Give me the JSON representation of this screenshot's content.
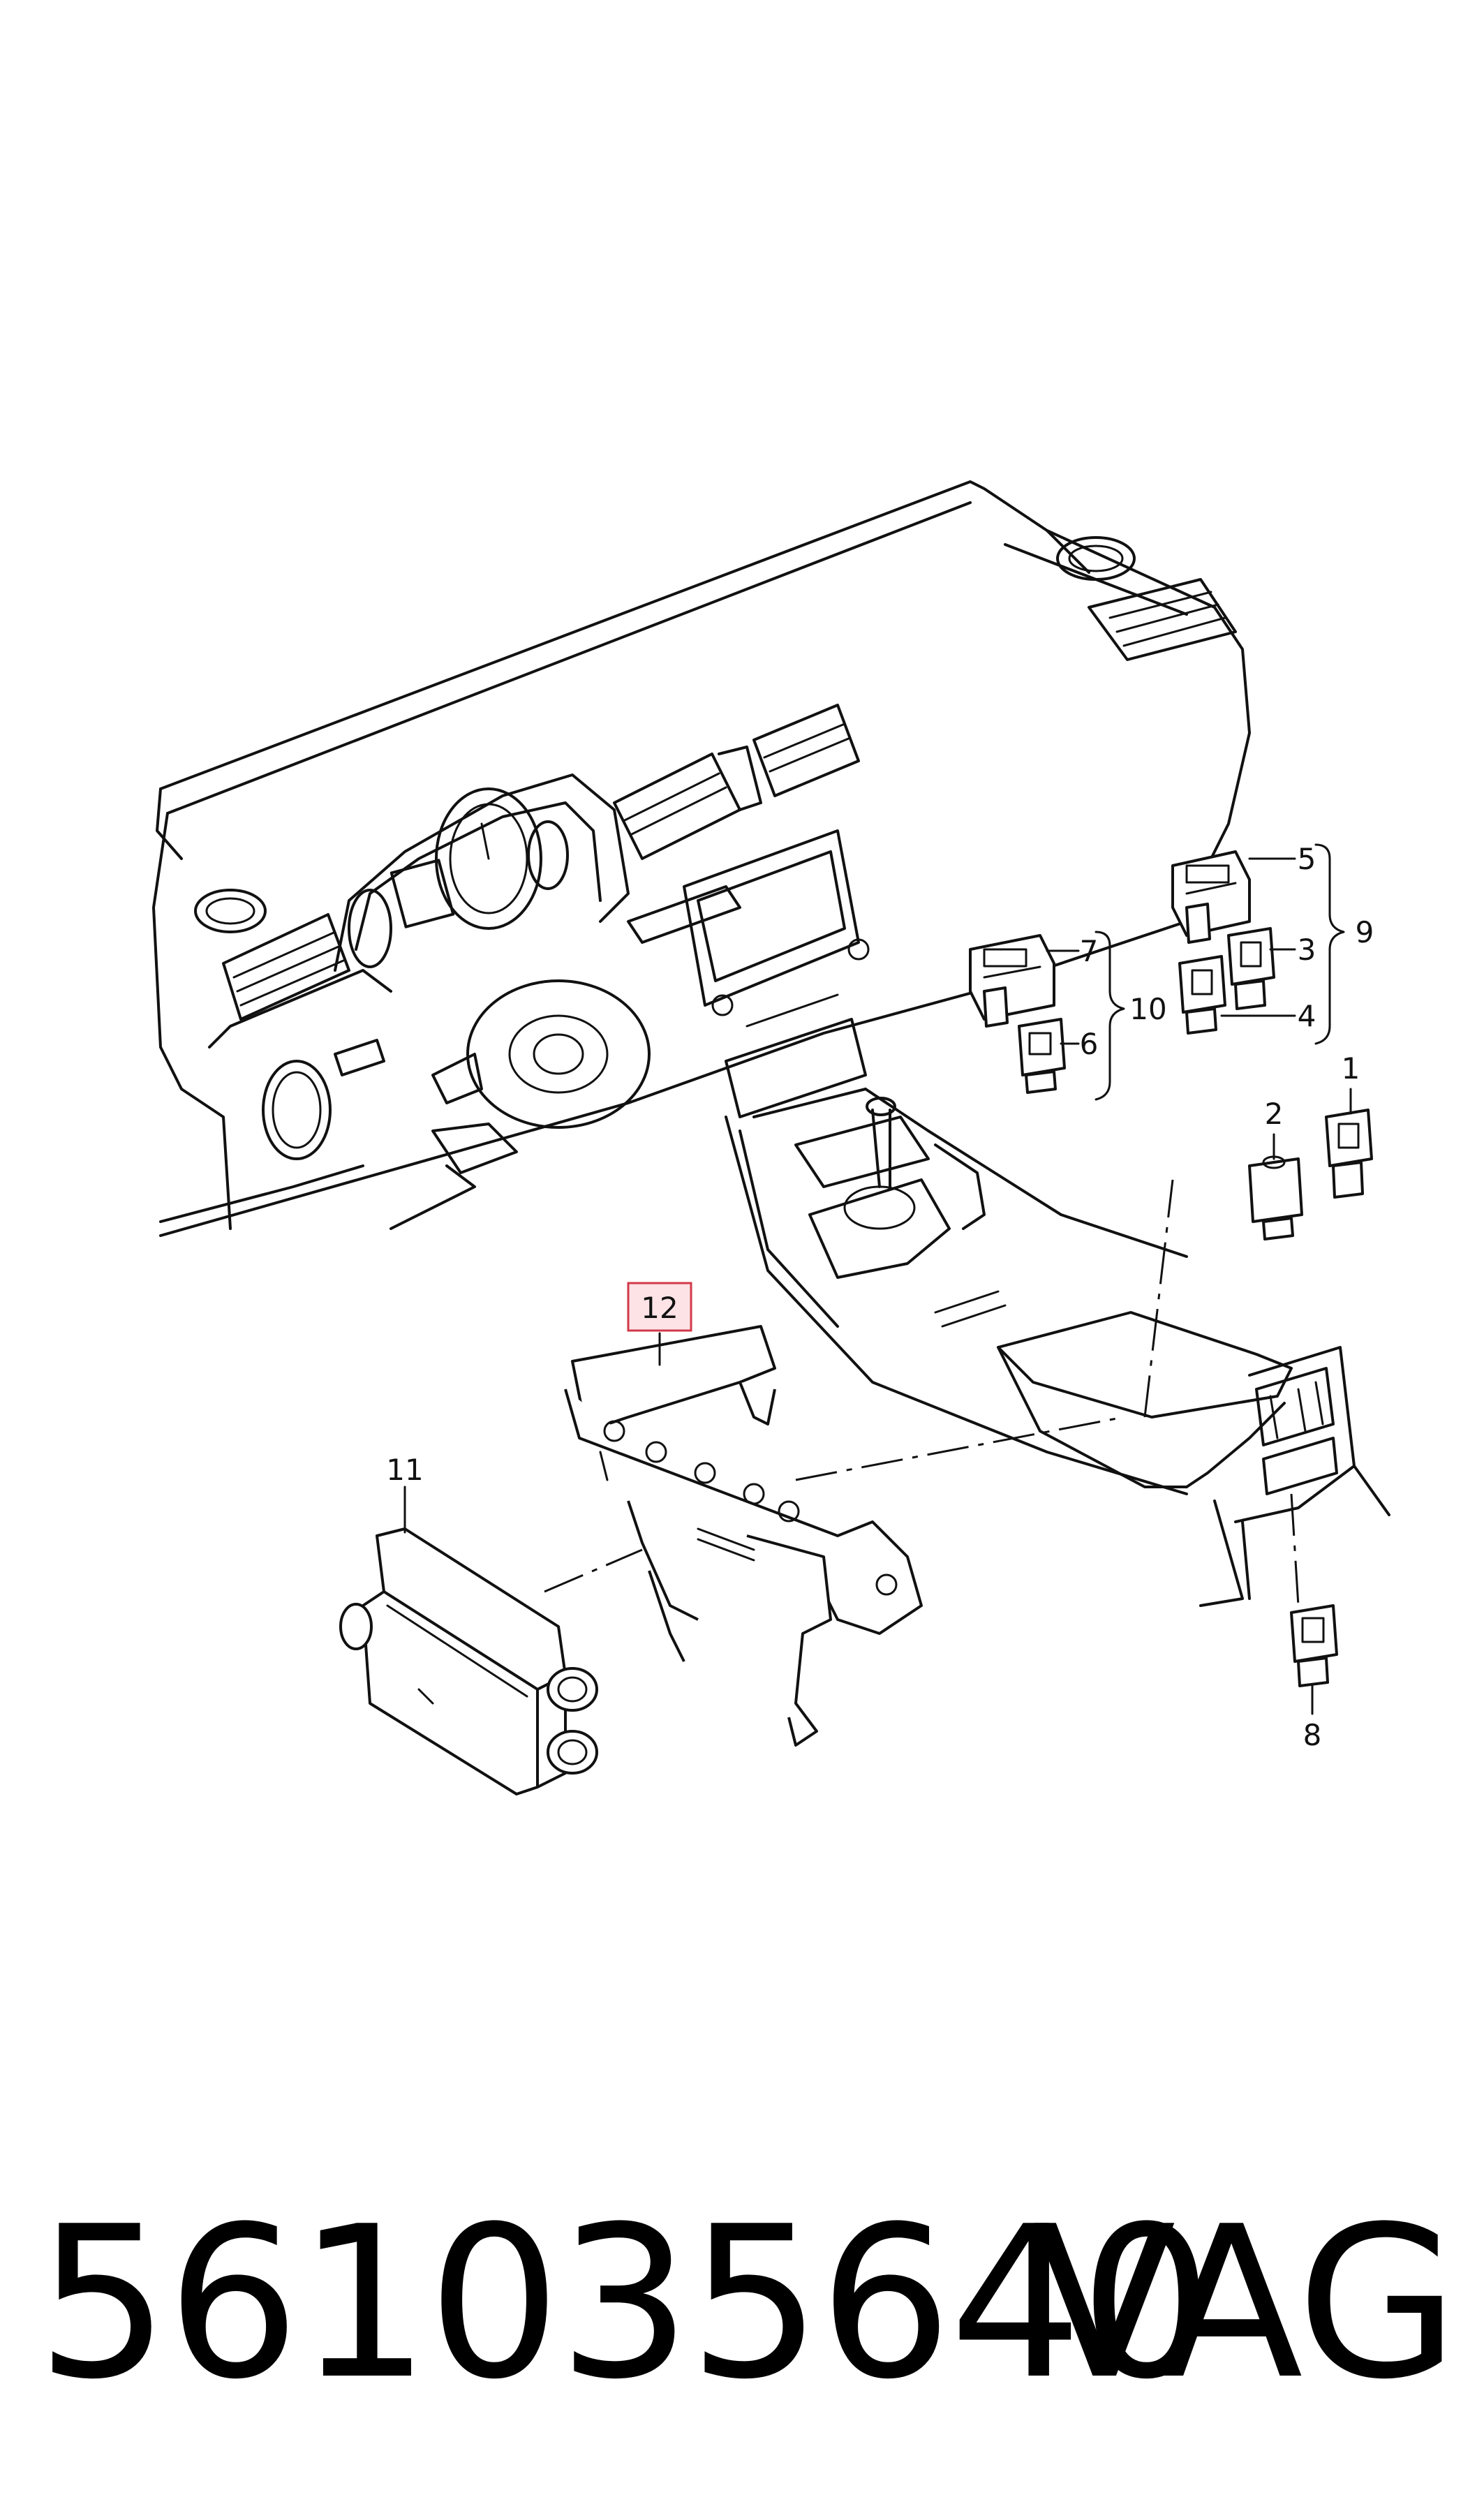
{
  "callouts": {
    "c1": "1",
    "c2": "2",
    "c3": "3",
    "c4": "4",
    "c5": "5",
    "c6": "6",
    "c7": "7",
    "c8": "8",
    "c9": "9",
    "c10": "10",
    "c11": "11",
    "c12": "12"
  },
  "footer": {
    "part_number": "561035640",
    "brand": "VAG"
  },
  "colors": {
    "line": "#111111",
    "highlight_fill": "#fde3e6",
    "highlight_border": "#d23a4a"
  }
}
